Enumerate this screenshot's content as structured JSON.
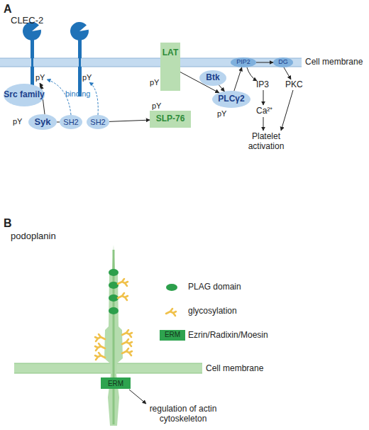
{
  "diagram": {
    "nodes": [
      {
        "text": [
          "Src family"
        ]
      },
      {
        "text": [
          "Syk"
        ]
      },
      {
        "text": [
          "SH2"
        ]
      },
      {
        "text": [
          "SH2"
        ]
      },
      {
        "text": [
          "LAT"
        ]
      },
      {
        "text": [
          "SLP-76"
        ]
      },
      {
        "text": [
          "Btk"
        ]
      },
      {
        "text": [
          "PLCγ2"
        ]
      },
      {
        "text": [
          "PIP2"
        ]
      },
      {
        "text": [
          "DG"
        ]
      },
      {
        "text": [
          "ERM"
        ]
      }
    ],
    "edges": [
      {
        "from": 1,
        "to": 2,
        "arrow": "none"
      },
      {
        "from": 3,
        "to": 5,
        "arrow": "to"
      },
      {
        "from": 6,
        "to": 7,
        "arrow": "to"
      },
      {
        "from": 4,
        "to": 7,
        "arrow": "to"
      },
      {
        "from": 7,
        "to": 8,
        "arrow": "to"
      },
      {
        "from": 8,
        "to": 9,
        "arrow": "to"
      }
    ],
    "labels": [
      "A",
      "CLEC-2",
      "Cell membrane",
      "pY",
      "pY",
      "pY",
      "binding",
      "pY",
      "pY",
      "pY",
      "IP3",
      "PKC",
      "Ca²⁺",
      "Platelet activation",
      "B",
      "podoplanin",
      "Cell membrane",
      "ERM",
      "regulation of actin cytoskeleton"
    ],
    "legend": [
      {
        "text": "PLAG domain",
        "color": "#2c9f4b"
      },
      {
        "text": "glycosylation"
      },
      {
        "text": "Ezrin/Radixin/Moesin",
        "color": "#2ea34f"
      }
    ]
  }
}
